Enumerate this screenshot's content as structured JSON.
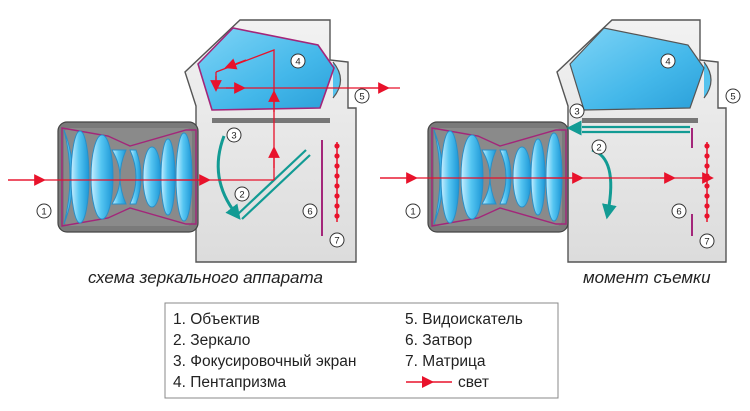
{
  "captions": {
    "left": "схема зеркального аппарата",
    "right": "момент съемки"
  },
  "markers": [
    "1",
    "2",
    "3",
    "4",
    "5",
    "6",
    "7"
  ],
  "legend": {
    "items": [
      "1. Объектив",
      "2. Зеркало",
      "3. Фокусировочный экран",
      "4. Пентапризма",
      "5. Видоискатель",
      "6. Затвор",
      "7. Матрица"
    ],
    "light_label": "свет"
  },
  "colors": {
    "light_ray": "#e8122b",
    "optics_path": "#a3267a",
    "mirror": "#129b94",
    "glass": "#4ec3ef",
    "body": "#e9e9e9",
    "lens_body": "#7a7a7a"
  }
}
